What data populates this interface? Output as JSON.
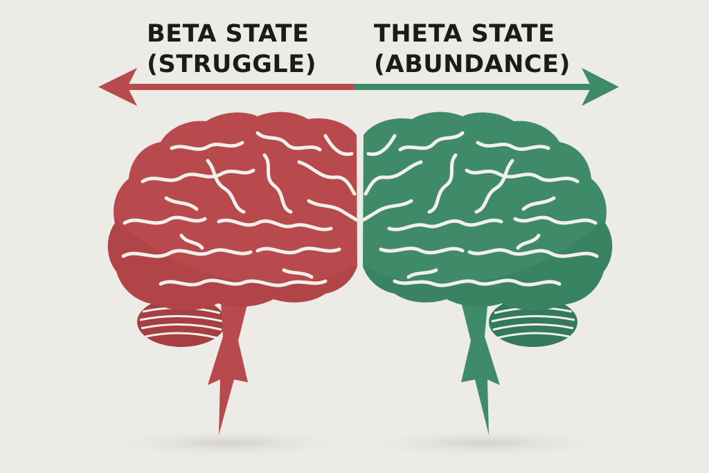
{
  "left_state": {
    "line1": "BETA STATE",
    "line2": "(STRUGGLE)",
    "color": "#b8494c",
    "fold_color": "#a63f43"
  },
  "right_state": {
    "line1": "THETA STATE",
    "line2": "(ABUNDANCE)",
    "color": "#3f8a68",
    "fold_color": "#327a5a"
  },
  "background_color": "#ecebe6",
  "fold_line_color": "#f2f0ea"
}
